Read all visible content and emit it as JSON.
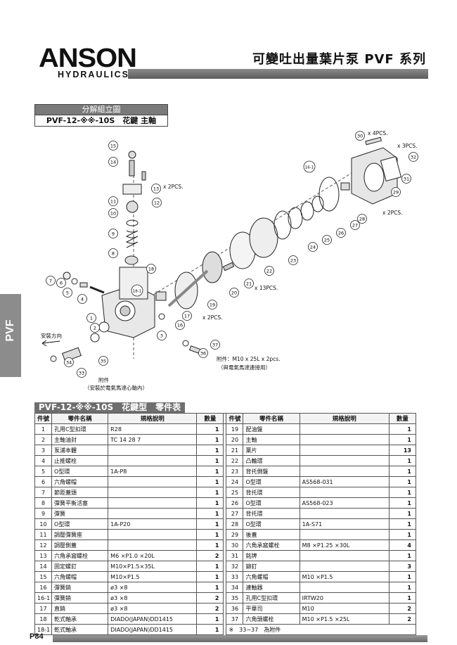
{
  "header": {
    "logo_main": "ANSON",
    "logo_sub": "HYDRAULICS",
    "page_title": "可變吐出量葉片泵 PVF 系列"
  },
  "side_tab": {
    "label": "PVF"
  },
  "section": {
    "title": "分解組立圖",
    "model": "PVF-12-※※-10S　花鍵 主軸"
  },
  "diagram": {
    "callouts": [
      "1",
      "2",
      "3",
      "4",
      "5",
      "6",
      "7",
      "8",
      "9",
      "10",
      "11",
      "12",
      "13",
      "14",
      "15",
      "16",
      "16-1",
      "17",
      "18",
      "18-1",
      "19",
      "20",
      "21",
      "22",
      "23",
      "24",
      "25",
      "26",
      "27",
      "28",
      "29",
      "30",
      "31",
      "32",
      "33",
      "34",
      "35",
      "36",
      "37"
    ],
    "notes": {
      "n30": "x 4PCS.",
      "n32": "x 3PCS.",
      "n13": "x 2PCS.",
      "n16": "x 2PCS.",
      "n21": "x 13PCS.",
      "n17": "x 2PCS.",
      "rotation": "安裝方向",
      "acc_bolt": "附件：M10 x 25L x 2pcs.",
      "acc_bolt_sub": "（與電氣馬達連接用）",
      "acc_key": "附件",
      "acc_key_sub": "（安裝於電氣馬達心軸內）"
    }
  },
  "parts_table": {
    "title": "PVF-12-※※-10S　花鍵型　零件表",
    "headers": [
      "件號",
      "零件名稱",
      "規格說明",
      "數量"
    ],
    "left": [
      [
        "1",
        "孔用C型扣環",
        "R28",
        "1"
      ],
      [
        "2",
        "主軸油封",
        "TC 14 28 7",
        "1"
      ],
      [
        "3",
        "泵浦本體",
        "",
        "1"
      ],
      [
        "4",
        "止推螺栓",
        "",
        "1"
      ],
      [
        "5",
        "O型環",
        "1A-P8",
        "1"
      ],
      [
        "6",
        "六角螺帽",
        "",
        "1"
      ],
      [
        "7",
        "節距蓋頭",
        "",
        "1"
      ],
      [
        "8",
        "彈簧平衡活塞",
        "",
        "1"
      ],
      [
        "9",
        "彈簧",
        "",
        "1"
      ],
      [
        "10",
        "O型環",
        "1A-P20",
        "1"
      ],
      [
        "11",
        "調壓彈簧座",
        "",
        "1"
      ],
      [
        "12",
        "調壓側蓋",
        "",
        "1"
      ],
      [
        "13",
        "六角承窩螺栓",
        "M6 ×P1.0 ×20L",
        "2"
      ],
      [
        "14",
        "固定螺釘",
        "M10×P1.5×35L",
        "1"
      ],
      [
        "15",
        "六角螺帽",
        "M10×P1.5",
        "1"
      ],
      [
        "16",
        "彈簧銷",
        "ø3 ×8",
        "1"
      ],
      [
        "16-1",
        "彈簧銷",
        "ø3 ×8",
        "2"
      ],
      [
        "17",
        "直銷",
        "ø3 ×8",
        "2"
      ],
      [
        "18",
        "乾式軸承",
        "DIADO(JAPAN)DD1415",
        "1"
      ],
      [
        "18-1",
        "乾式軸承",
        "DIADO(JAPAN)DD1415",
        "1"
      ]
    ],
    "right": [
      [
        "19",
        "配油盤",
        "",
        "1"
      ],
      [
        "20",
        "主軸",
        "",
        "1"
      ],
      [
        "21",
        "葉片",
        "",
        "13"
      ],
      [
        "22",
        "凸輪環",
        "",
        "1"
      ],
      [
        "23",
        "背托側盤",
        "",
        "1"
      ],
      [
        "24",
        "O型環",
        "AS568-031",
        "1"
      ],
      [
        "25",
        "背托環",
        "",
        "1"
      ],
      [
        "26",
        "O型環",
        "AS568-023",
        "1"
      ],
      [
        "27",
        "背托環",
        "",
        "1"
      ],
      [
        "28",
        "O型環",
        "1A-S71",
        "1"
      ],
      [
        "29",
        "後蓋",
        "",
        "1"
      ],
      [
        "30",
        "六角承窩螺栓",
        "M8 ×P1.25 ×30L",
        "4"
      ],
      [
        "31",
        "銘牌",
        "",
        "1"
      ],
      [
        "32",
        "鉚釘",
        "",
        "3"
      ],
      [
        "33",
        "六角螺帽",
        "M10 ×P1.5",
        "1"
      ],
      [
        "34",
        "連軸器",
        "",
        "1"
      ],
      [
        "35",
        "孔用C型扣環",
        "IRTW20",
        "1"
      ],
      [
        "36",
        "平華司",
        "M10",
        "2"
      ],
      [
        "37",
        "六角頭螺栓",
        "M10 ×P1.5 ×25L",
        "2"
      ]
    ],
    "footnote": "※　33∼37　為附件"
  },
  "footer": {
    "page": "P84"
  }
}
